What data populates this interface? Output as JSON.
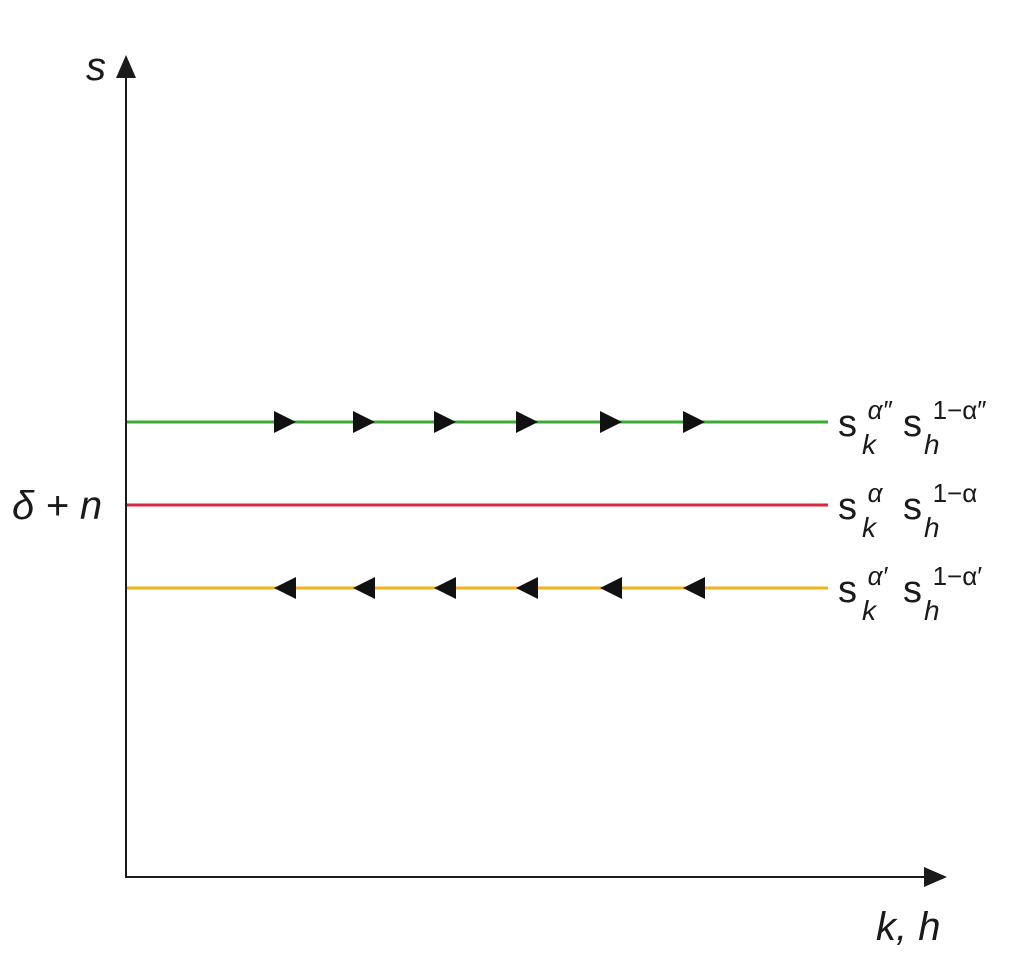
{
  "axes": {
    "y_label": "s",
    "x_label": "k, h",
    "y_tick_label": "δ + n"
  },
  "lines": [
    {
      "id": "green",
      "color": "#3aaa35",
      "direction": "right",
      "label": {
        "base1": "s",
        "sub1": "k",
        "sup1": "α″",
        "base2": "s",
        "sub2": "h",
        "sup2": "1−α″"
      }
    },
    {
      "id": "red",
      "color": "#d7263d",
      "direction": "none",
      "label": {
        "base1": "s",
        "sub1": "k",
        "sup1": "α",
        "base2": "s",
        "sub2": "h",
        "sup2": "1−α"
      }
    },
    {
      "id": "yellow",
      "color": "#f2b21a",
      "direction": "left",
      "label": {
        "base1": "s",
        "sub1": "k",
        "sup1": "α′",
        "base2": "s",
        "sub2": "h",
        "sup2": "1−α′"
      }
    }
  ],
  "colors": {
    "axis": "#1a1a1a",
    "arrow": "#111111"
  }
}
